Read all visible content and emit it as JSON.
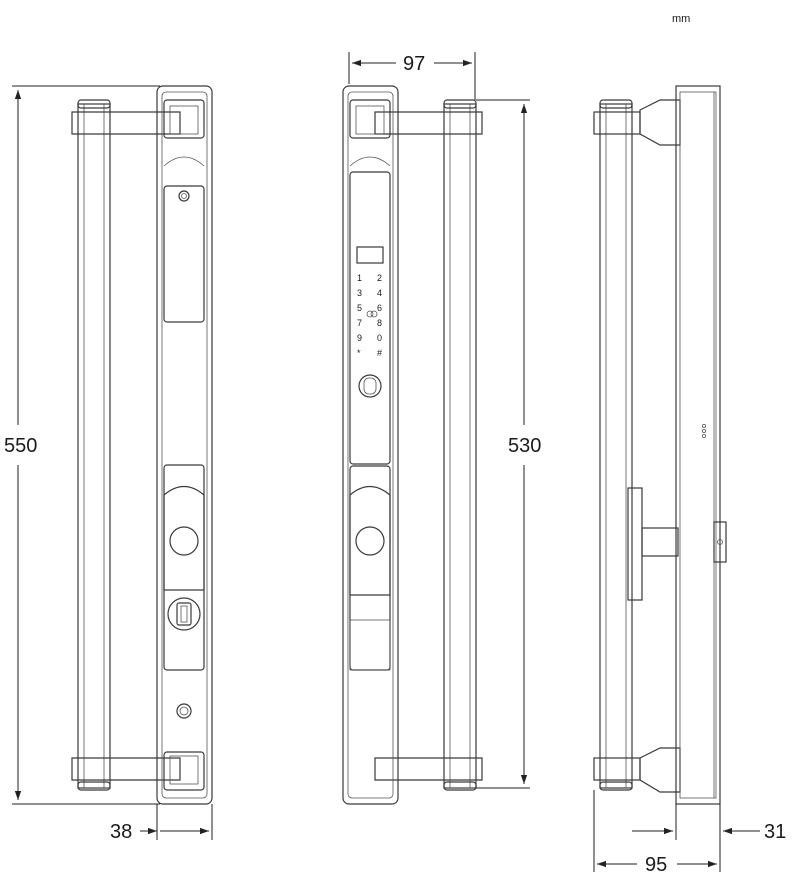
{
  "unit": "mm",
  "dimensions": {
    "front_height": "550",
    "front_width": "38",
    "inner_width": "97",
    "inner_height": "530",
    "side_depth": "95",
    "side_plate": "31"
  },
  "keypad": {
    "keys": [
      "1",
      "2",
      "3",
      "4",
      "5",
      "6",
      "7",
      "8",
      "9",
      "0",
      "*",
      "#"
    ]
  }
}
